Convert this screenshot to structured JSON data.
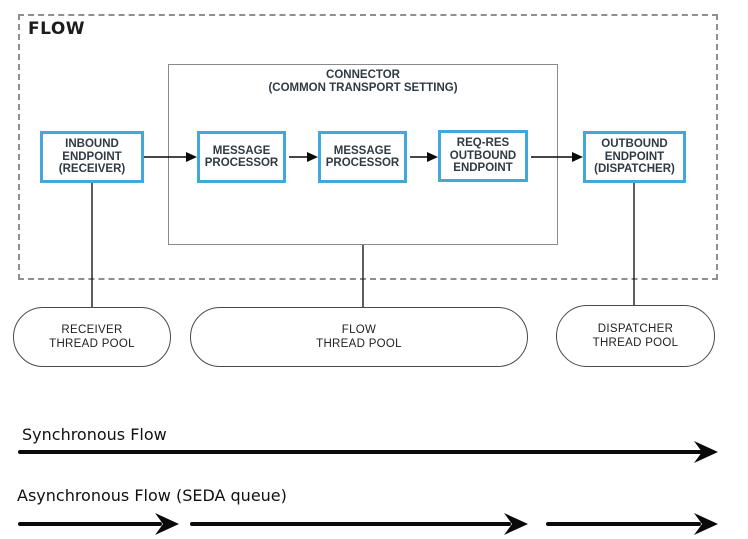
{
  "diagram": {
    "flow_label": "FLOW",
    "connector_title": "CONNECTOR\n(COMMON TRANSPORT SETTING)",
    "nodes": [
      {
        "id": "inbound-endpoint",
        "label": "INBOUND\nENDPOINT\n(RECEIVER)"
      },
      {
        "id": "message-processor-1",
        "label": "MESSAGE\nPROCESSOR"
      },
      {
        "id": "message-processor-2",
        "label": "MESSAGE\nPROCESSOR"
      },
      {
        "id": "req-res-outbound-endpoint",
        "label": "REQ-RES\nOUTBOUND\nENDPOINT"
      },
      {
        "id": "outbound-endpoint",
        "label": "OUTBOUND\nENDPOINT\n(DISPATCHER)"
      }
    ],
    "thread_pools": [
      {
        "id": "receiver-thread-pool",
        "label": "RECEIVER\nTHREAD POOL"
      },
      {
        "id": "flow-thread-pool",
        "label": "FLOW\nTHREAD POOL"
      },
      {
        "id": "dispatcher-thread-pool",
        "label": "DISPATCHER\nTHREAD POOL"
      }
    ],
    "legend": {
      "synchronous_label": "Synchronous Flow",
      "asynchronous_label": "Asynchronous Flow (SEDA queue)"
    },
    "colors": {
      "node_border": "#41a8dc",
      "dashed_border": "#8f8f8f",
      "connector_border": "#8a8a8a",
      "arrow": "#0a0a0a",
      "node_text": "#2f3b44"
    }
  }
}
